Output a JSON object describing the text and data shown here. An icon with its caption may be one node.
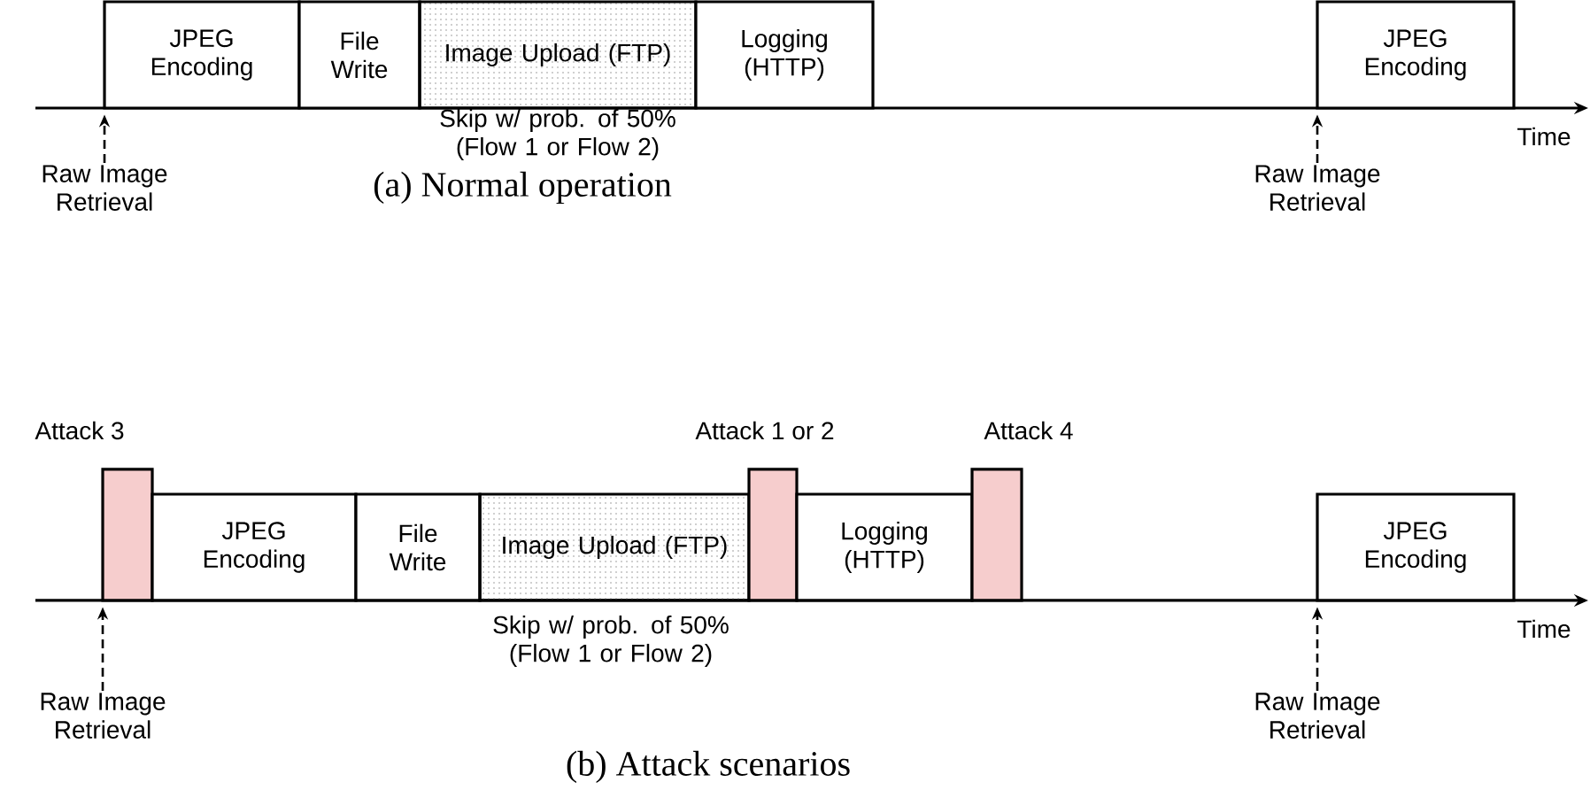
{
  "diagram": {
    "nodes": [
      {
        "text": [
          "JPEG Encoding"
        ]
      },
      {
        "text": [
          "File Write"
        ]
      },
      {
        "text": [
          "Image Upload (FTP)"
        ],
        "beside": [
          "Skip w/ prob. of 50% (Flow 1 or Flow 2)"
        ]
      },
      {
        "text": [
          "Logging (HTTP)"
        ]
      },
      {
        "text": [
          "JPEG Encoding"
        ]
      },
      {
        "text": [
          "Raw Image Retrieval"
        ]
      },
      {
        "text": [
          "Raw Image Retrieval"
        ]
      },
      {
        "text": [
          "Attack 3"
        ]
      },
      {
        "text": [
          "JPEG Encoding"
        ]
      },
      {
        "text": [
          "File Write"
        ]
      },
      {
        "text": [
          "Image Upload (FTP)"
        ],
        "beside": [
          "Skip w/ prob. of 50% (Flow 1 or Flow 2)"
        ]
      },
      {
        "text": [
          "Attack 1 or 2"
        ]
      },
      {
        "text": [
          "Logging (HTTP)"
        ]
      },
      {
        "text": [
          "Attack 4"
        ]
      },
      {
        "text": [
          "JPEG Encoding"
        ]
      },
      {
        "text": [
          "Raw Image Retrieval"
        ]
      },
      {
        "text": [
          "Raw Image Retrieval"
        ]
      }
    ],
    "edges": [
      {
        "from": 5,
        "to": 0,
        "arrow": "to",
        "style": "dashed"
      },
      {
        "from": 6,
        "to": 4,
        "arrow": "to",
        "style": "dashed"
      },
      {
        "from": 15,
        "to": 7,
        "arrow": "to",
        "style": "dashed"
      },
      {
        "from": 16,
        "to": 14,
        "arrow": "to",
        "style": "dashed"
      }
    ],
    "labels": [
      "Time",
      "(a) Normal operation",
      "Time",
      "(b) Attack scenarios"
    ]
  }
}
